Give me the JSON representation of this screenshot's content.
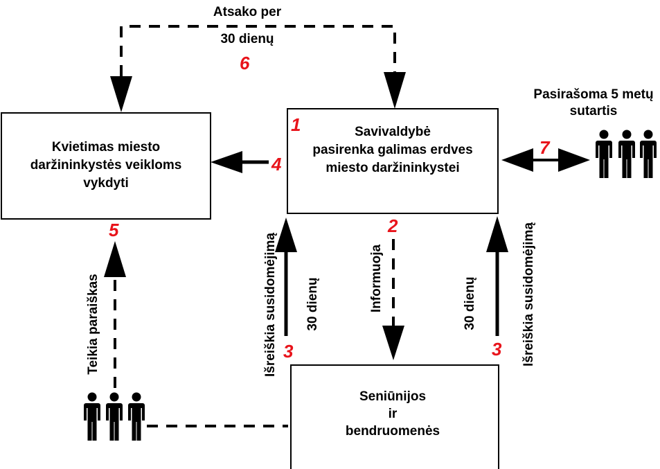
{
  "boxes": {
    "invitation": {
      "lines": [
        "Kvietimas miesto",
        "daržininkystės veikloms",
        "vykdyti"
      ]
    },
    "municipality": {
      "lines": [
        "Savivaldybė",
        "pasirenka galimas erdves",
        "miesto daržininkystei"
      ]
    },
    "communities": {
      "lines": [
        "Seniūnijos",
        "ir",
        "bendruomenės"
      ]
    }
  },
  "labels": {
    "response_line1": "Atsako per",
    "response_line2": "30 dienų",
    "contract_line1": "Pasirašoma 5 metų",
    "contract_line2": "sutartis",
    "submits_application": "Teikia paraiškas",
    "expresses_interest_left": "Išreiškia susidomėjimą",
    "days_left": "30 dienų",
    "informs": "Informuoja",
    "days_right": "30 dienų",
    "expresses_interest_right": "Išreiškia susidomėjimą"
  },
  "steps": {
    "s1": "1",
    "s2": "2",
    "s3a": "3",
    "s3b": "3",
    "s4": "4",
    "s5": "5",
    "s6": "6",
    "s7": "7"
  },
  "colors": {
    "step_number": "#e8141b",
    "lines": "#000000"
  },
  "icons": {
    "person_group": "people-group-icon"
  }
}
